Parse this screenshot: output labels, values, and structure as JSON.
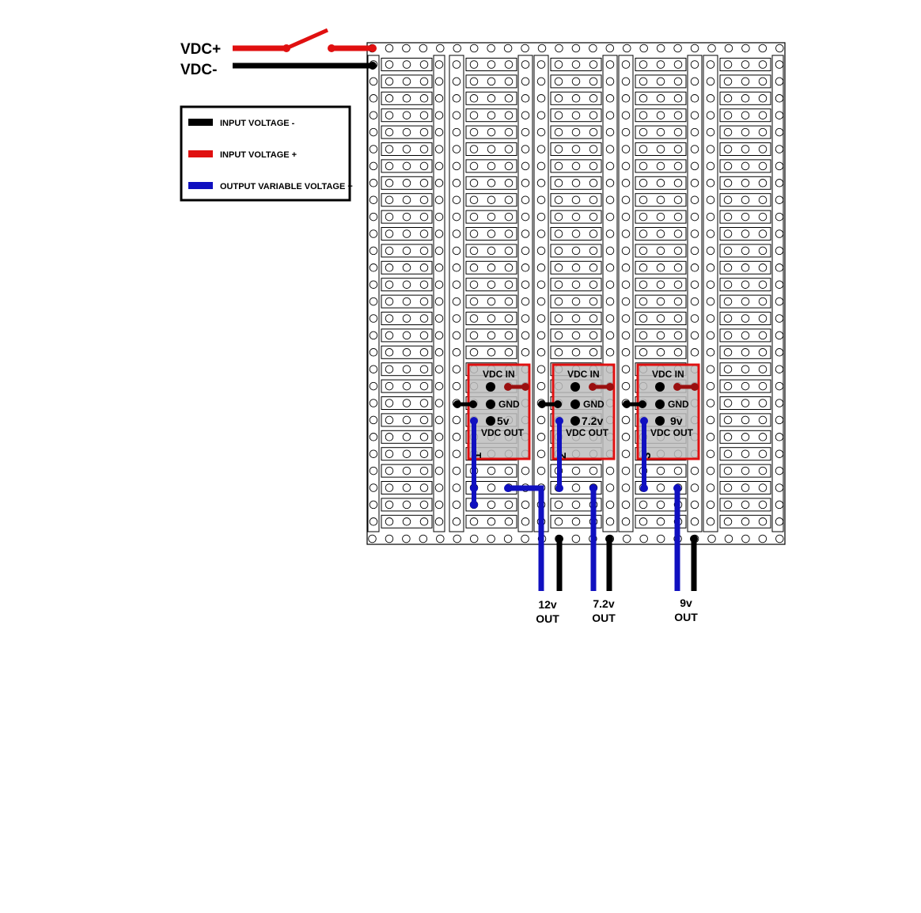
{
  "input_labels": {
    "positive": "VDC+",
    "negative": "VDC-"
  },
  "legend": {
    "items": [
      {
        "label": "INPUT VOLTAGE -",
        "color": "#000000"
      },
      {
        "label": "INPUT VOLTAGE +",
        "color": "#e01010"
      },
      {
        "label": "OUTPUT VARIABLE VOLTAGE +",
        "color": "#1010c0"
      }
    ]
  },
  "colors": {
    "negative_wire": "#000000",
    "positive_wire": "#e01010",
    "output_wire": "#1010c0",
    "module_border": "#e01010",
    "module_fill": "#bdbdbd",
    "pin_in": "#9a1010"
  },
  "modules": [
    {
      "number": "1",
      "vdc_in": "VDC IN",
      "gnd": "GND",
      "voltage": "5v",
      "vdc_out": "VDC OUT"
    },
    {
      "number": "2",
      "vdc_in": "VDC IN",
      "gnd": "GND",
      "voltage": "7.2v",
      "vdc_out": "VDC OUT"
    },
    {
      "number": "3",
      "vdc_in": "VDC IN",
      "gnd": "GND",
      "voltage": "9v",
      "vdc_out": "VDC OUT"
    }
  ],
  "outputs": [
    {
      "line1": "12v",
      "line2": "OUT"
    },
    {
      "line1": "7.2v",
      "line2": "OUT"
    },
    {
      "line1": "9v",
      "line2": "OUT"
    }
  ]
}
